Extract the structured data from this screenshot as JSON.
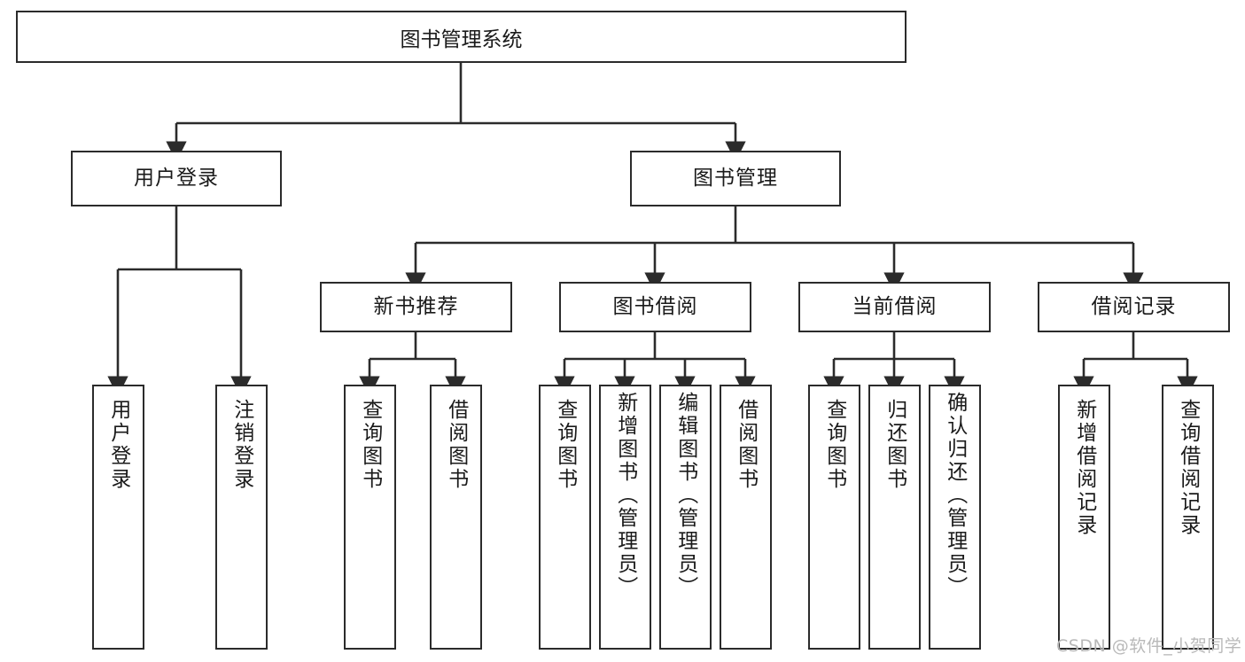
{
  "diagram": {
    "title": "图书管理系统",
    "type": "tree-hierarchy-chart",
    "orientation": "top-down",
    "colors": {
      "box_border": "#2b2b2b",
      "box_fill": "#ffffff",
      "edge": "#2b2b2b",
      "text": "#1a1a1a",
      "watermark": "#b9b9b9",
      "background": "#ffffff"
    },
    "watermark": "CSDN @软件_小贺同学",
    "root": {
      "label": "图书管理系统"
    },
    "level2": [
      {
        "label": "用户登录"
      },
      {
        "label": "图书管理"
      }
    ],
    "level3": [
      {
        "label": "新书推荐"
      },
      {
        "label": "图书借阅"
      },
      {
        "label": "当前借阅"
      },
      {
        "label": "借阅记录"
      }
    ],
    "leaves": {
      "user_login": [
        {
          "label": "用户登录"
        },
        {
          "label": "注销登录"
        }
      ],
      "new_book_recommend": [
        {
          "label": "查询图书"
        },
        {
          "label": "借阅图书"
        }
      ],
      "book_borrow": [
        {
          "label": "查询图书"
        },
        {
          "label": "新增图书（管理员）"
        },
        {
          "label": "编辑图书（管理员）"
        },
        {
          "label": "借阅图书"
        }
      ],
      "current_borrow": [
        {
          "label": "查询图书"
        },
        {
          "label": "归还图书"
        },
        {
          "label": "确认归还（管理员）"
        }
      ],
      "borrow_record": [
        {
          "label": "新增借阅记录"
        },
        {
          "label": "查询借阅记录"
        }
      ]
    }
  }
}
